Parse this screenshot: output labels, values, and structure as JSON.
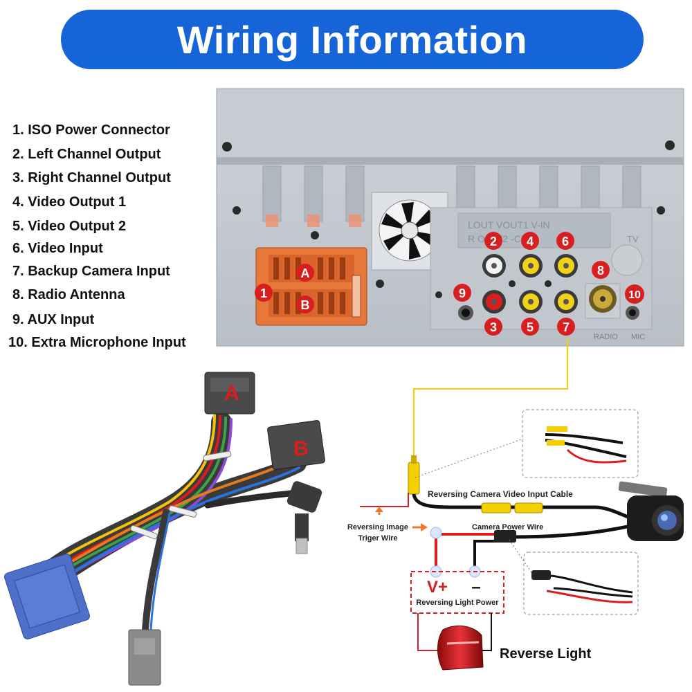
{
  "title": "Wiring Information",
  "legend": [
    "1. ISO Power Connector",
    "2. Left Channel Output",
    "3. Right Channel Output",
    "4. Video Output 1",
    "5. Video Output 2",
    "6. Video Input",
    "7. Backup Camera Input",
    "8. Radio Antenna",
    "9. AUX Input",
    "10. Extra Microphone Input"
  ],
  "unit_panel": {
    "connector_a": "A",
    "connector_b": "B",
    "port_text_top": "LOUT  VOUT1  V-IN",
    "port_text_second": "R O     V   T2  -CIN",
    "tv_label": "TV",
    "radio_label": "RADIO",
    "mic_label": "MIC"
  },
  "badges": [
    "1",
    "2",
    "3",
    "4",
    "5",
    "6",
    "7",
    "8",
    "9",
    "10"
  ],
  "harness": {
    "label_a": "A",
    "label_b": "B"
  },
  "camera_wiring": {
    "video_cable_label": "Reversing Camera Video Input Cable",
    "trigger_label_line1": "Reversing Image",
    "trigger_label_line2": "Triger Wire",
    "power_wire_label": "Camera Power Wire",
    "vplus": "V+",
    "minus": "–",
    "power_label": "Reversing Light Power",
    "reverse_light_label": "Reverse Light"
  },
  "colors": {
    "title_bg": "#1565d8",
    "badge": "#d81e1e",
    "iso_connector": "#e8773a",
    "blue_connector": "#4f6fc9",
    "video_wire": "#f5d000",
    "power_wire": "#d81e1e"
  }
}
